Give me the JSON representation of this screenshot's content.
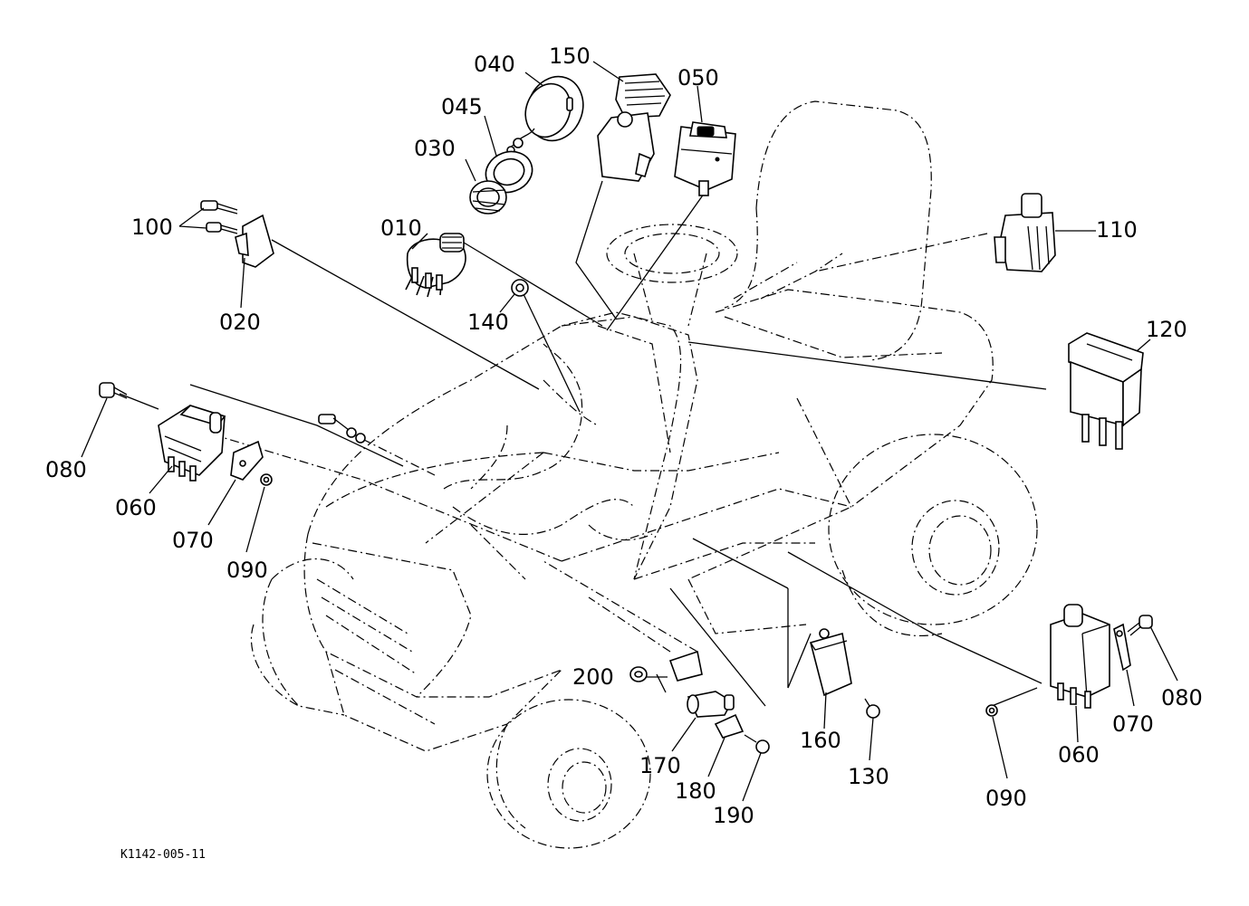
{
  "labels": {
    "p010": "010",
    "p020": "020",
    "p030": "030",
    "p040": "040",
    "p045": "045",
    "p050": "050",
    "p060_left": "060",
    "p060_right": "060",
    "p070_left": "070",
    "p070_right": "070",
    "p080_left": "080",
    "p080_right": "080",
    "p090_left": "090",
    "p090_right": "090",
    "p100": "100",
    "p110": "110",
    "p120": "120",
    "p130": "130",
    "p140": "140",
    "p150": "150",
    "p160": "160",
    "p170": "170",
    "p180": "180",
    "p190": "190",
    "p200": "200"
  },
  "reference_code": "K1142-005-11"
}
